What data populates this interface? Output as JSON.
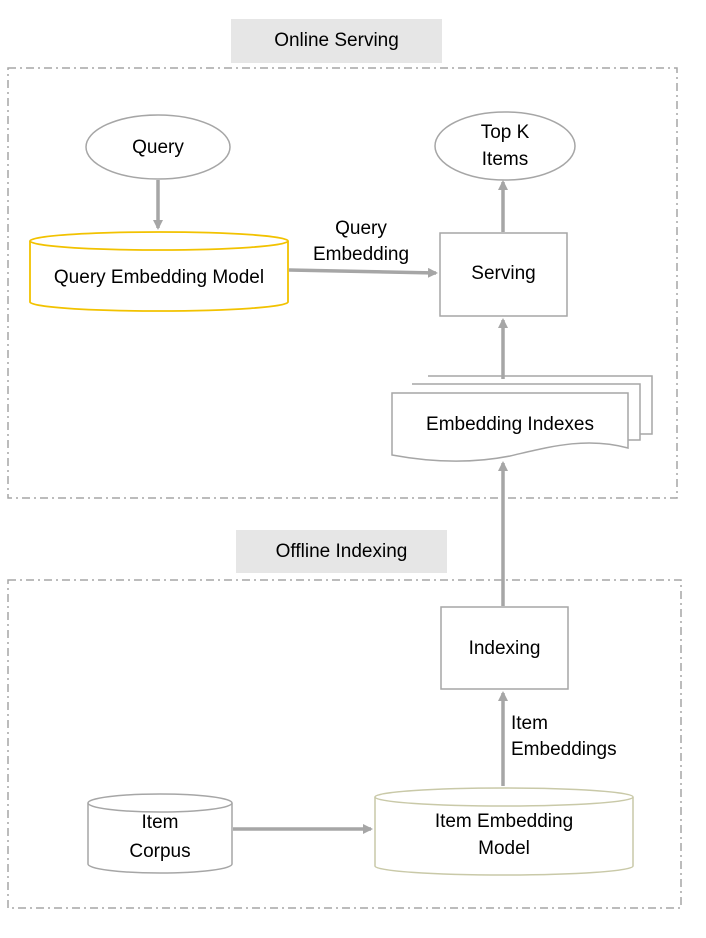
{
  "sections": {
    "online": {
      "title": "Online Serving"
    },
    "offline": {
      "title": "Offline Indexing"
    }
  },
  "nodes": {
    "query": {
      "label": "Query"
    },
    "top_k": {
      "line1": "Top K",
      "line2": "Items"
    },
    "query_model": {
      "label": "Query Embedding Model"
    },
    "serving": {
      "label": "Serving"
    },
    "embedding_indexes": {
      "label": "Embedding Indexes"
    },
    "indexing": {
      "label": "Indexing"
    },
    "item_corpus": {
      "line1": "Item",
      "line2": "Corpus"
    },
    "item_model": {
      "line1": "Item Embedding",
      "line2": "Model"
    }
  },
  "edges": {
    "query_embedding": {
      "line1": "Query",
      "line2": "Embedding"
    },
    "item_embeddings": {
      "line1": "Item",
      "line2": "Embeddings"
    }
  },
  "colors": {
    "border_dash": "#a6a6a6",
    "node_stroke": "#a6a6a6",
    "arrow": "#a6a6a6",
    "query_model_stroke": "#f2c200",
    "item_model_stroke": "#c9c9a8",
    "title_bg": "#e6e6e6"
  }
}
